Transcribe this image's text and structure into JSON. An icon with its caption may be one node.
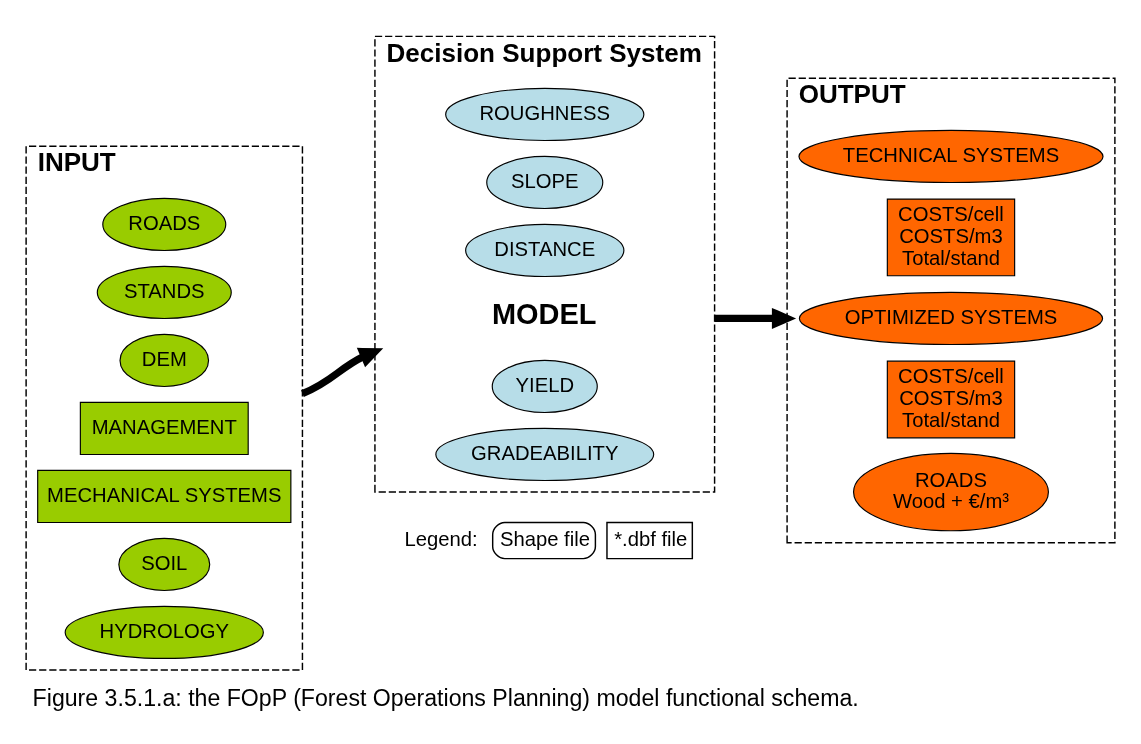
{
  "diagram": {
    "caption": "Figure 3.5.1.a: the FOpP (Forest Operations Planning) model functional schema.",
    "nodes": [
      {
        "text": [
          "INPUT"
        ]
      },
      {
        "text": [
          "ROADS"
        ],
        "in": 0
      },
      {
        "text": [
          "STANDS"
        ],
        "in": 0
      },
      {
        "text": [
          "DEM"
        ],
        "in": 0
      },
      {
        "text": [
          "MANAGEMENT"
        ],
        "in": 0
      },
      {
        "text": [
          "MECHANICAL SYSTEMS"
        ],
        "in": 0
      },
      {
        "text": [
          "SOIL"
        ],
        "in": 0
      },
      {
        "text": [
          "HYDROLOGY"
        ],
        "in": 0
      },
      {
        "text": [
          "Decision Support System"
        ]
      },
      {
        "text": [
          "ROUGHNESS"
        ],
        "in": 8
      },
      {
        "text": [
          "SLOPE"
        ],
        "in": 8
      },
      {
        "text": [
          "DISTANCE"
        ],
        "in": 8
      },
      {
        "text": [
          "MODEL"
        ],
        "in": 8
      },
      {
        "text": [
          "YIELD"
        ],
        "in": 8
      },
      {
        "text": [
          "GRADEABILITY"
        ],
        "in": 8
      },
      {
        "text": [
          "OUTPUT"
        ]
      },
      {
        "text": [
          "TECHNICAL SYSTEMS"
        ],
        "in": 15
      },
      {
        "text": [
          "COSTS/cell",
          "COSTS/m3",
          "Total/stand"
        ],
        "in": 15
      },
      {
        "text": [
          "OPTIMIZED SYSTEMS"
        ],
        "in": 15
      },
      {
        "text": [
          "COSTS/cell",
          "COSTS/m3",
          "Total/stand"
        ],
        "in": 15
      },
      {
        "text": [
          "ROADS",
          "Wood + €/m³"
        ],
        "in": 15
      }
    ],
    "edges": [
      {
        "from": 0,
        "to": 8,
        "arrow": "to"
      },
      {
        "from": 8,
        "to": 15,
        "arrow": "to"
      }
    ],
    "labels": [
      "Legend:"
    ],
    "legend": [
      {
        "text": "Shape file"
      },
      {
        "text": "*.dbf file"
      }
    ]
  }
}
